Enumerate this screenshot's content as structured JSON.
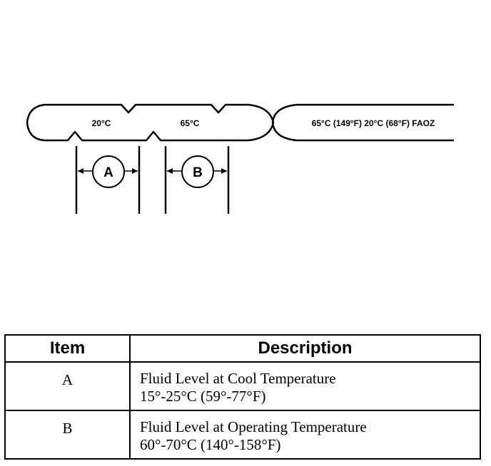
{
  "diagram": {
    "label_cool": "20°C",
    "label_hot": "65°C",
    "label_right": "65°C (149°F) 20°C (68°F) FAOZ",
    "marker_a": "A",
    "marker_b": "B"
  },
  "table": {
    "headers": [
      "Item",
      "Description"
    ],
    "rows": [
      {
        "item": "A",
        "desc_line1": "Fluid Level at Cool Temperature",
        "desc_line2": "15°-25°C (59°-77°F)"
      },
      {
        "item": "B",
        "desc_line1": "Fluid Level at Operating Temperature",
        "desc_line2": "60°-70°C (140°-158°F)"
      }
    ]
  }
}
